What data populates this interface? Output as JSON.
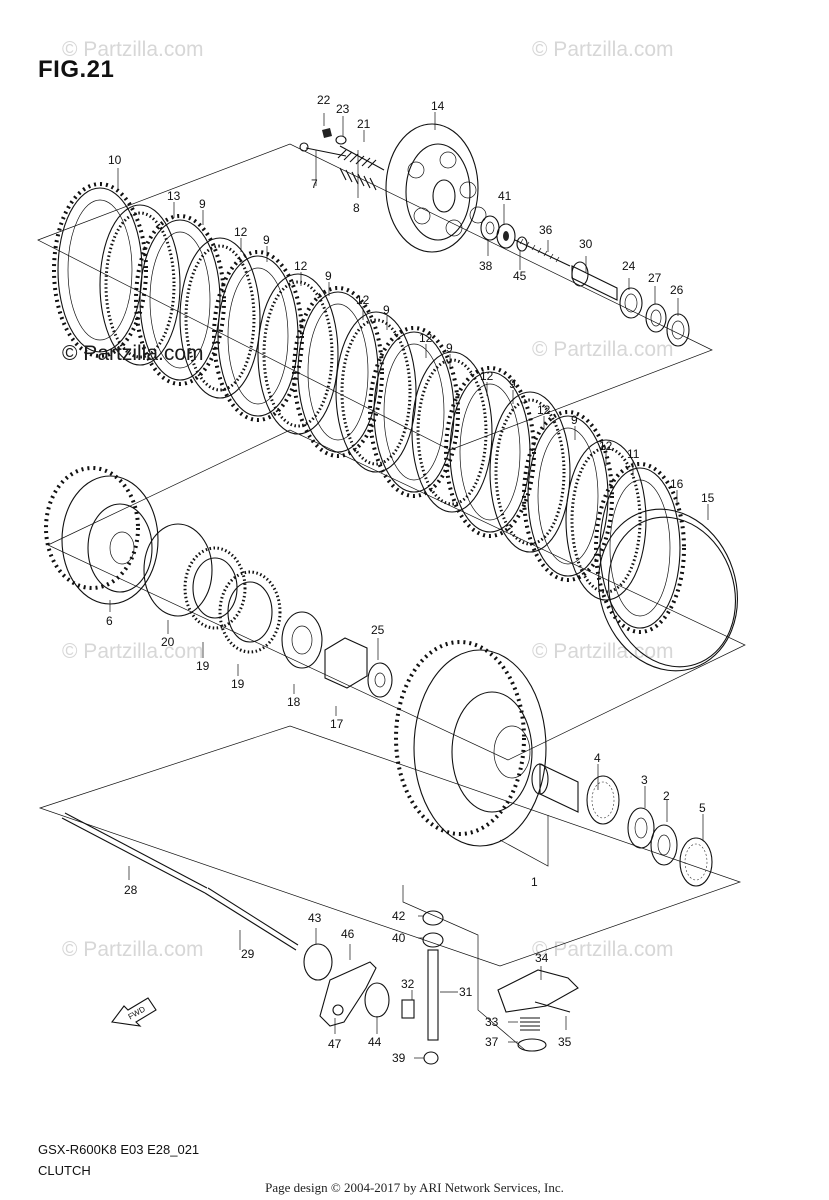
{
  "figure_title": "FIG.21",
  "watermark": "© Partzilla.com",
  "model_code": "GSX-R600K8 E03 E28_021",
  "section_name": "CLUTCH",
  "footer": "Page design © 2004-2017 by ARI Network Services, Inc.",
  "fwd_label": "FWD",
  "callouts": [
    "1",
    "2",
    "3",
    "4",
    "5",
    "6",
    "7",
    "8",
    "9",
    "10",
    "11",
    "12",
    "13",
    "14",
    "15",
    "16",
    "17",
    "18",
    "19",
    "20",
    "21",
    "22",
    "23",
    "24",
    "25",
    "26",
    "27",
    "28",
    "29",
    "30",
    "31",
    "32",
    "33",
    "34",
    "35",
    "36",
    "37",
    "38",
    "39",
    "40",
    "41",
    "42",
    "43",
    "44",
    "45",
    "46",
    "47"
  ]
}
